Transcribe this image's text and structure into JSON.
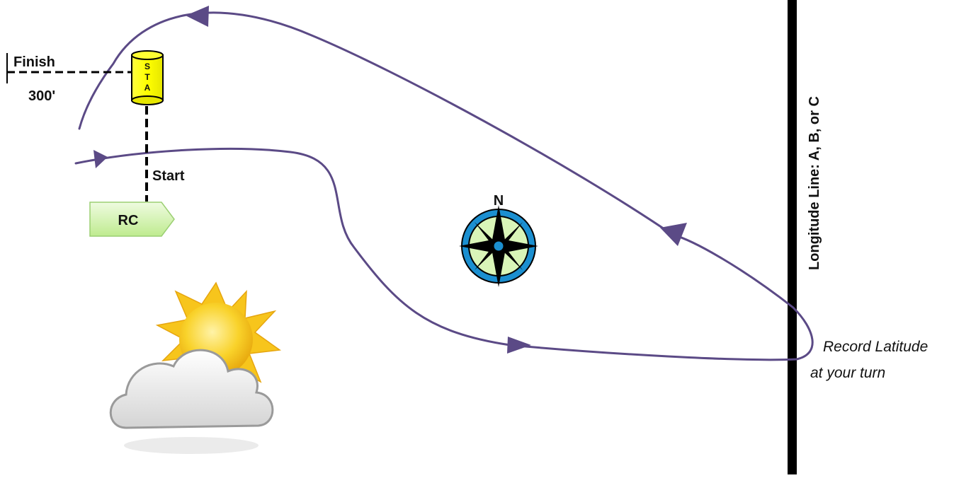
{
  "labels": {
    "finish": "Finish",
    "distance": "300'",
    "start": "Start",
    "rc": "RC",
    "sta_letters": [
      "S",
      "T",
      "A"
    ],
    "north": "N",
    "longitude": "Longitude Line:  A, B, or C",
    "record_line1": "Record Latitude",
    "record_line2": "at your turn"
  },
  "icons": {
    "station_buoy": "station-buoy-icon",
    "committee_boat": "committee-boat-icon",
    "compass": "compass-rose-icon",
    "weather": "partly-cloudy-icon"
  },
  "colors": {
    "course_path": "#5b4a86",
    "buoy_fill": "#ffff00",
    "rc_fill": "#d6f5b0",
    "compass_ring": "#1b8fd0",
    "compass_face": "#d9f5b8",
    "sun": "#f7c51c",
    "longitude_line": "#000000"
  }
}
